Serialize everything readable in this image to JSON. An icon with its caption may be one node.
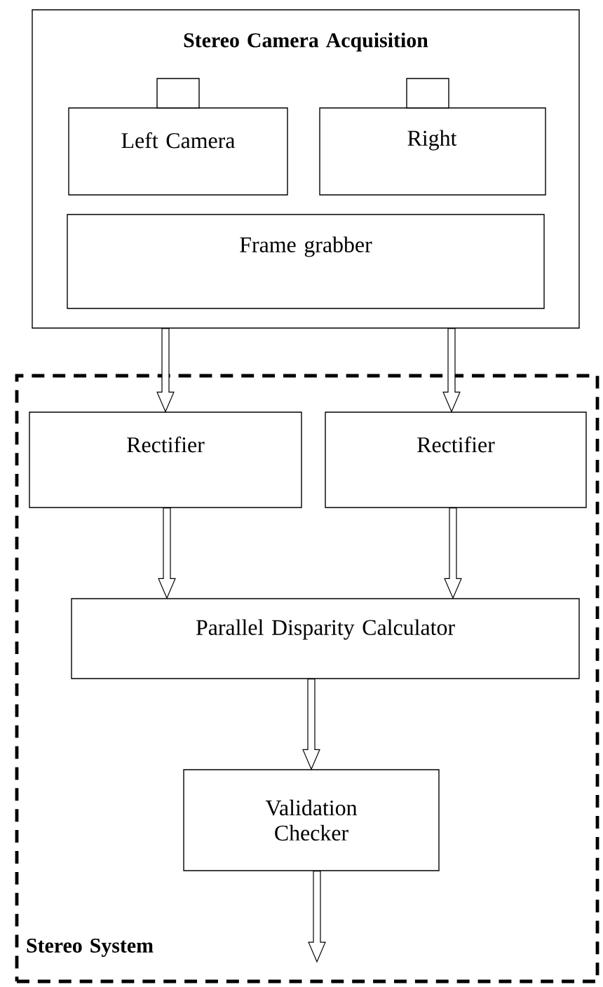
{
  "diagram": {
    "nodes": [
      {
        "text": [
          "Stereo Camera Acquisition"
        ]
      },
      {
        "text": [
          "Left Camera"
        ],
        "in": 0
      },
      {
        "text": [
          "Right"
        ],
        "in": 0
      },
      {
        "text": [
          "Frame grabber"
        ],
        "in": 0
      },
      {
        "text": [
          "Stereo System"
        ]
      },
      {
        "text": [
          "Rectifier"
        ],
        "in": 4
      },
      {
        "text": [
          "Rectifier"
        ],
        "in": 4
      },
      {
        "text": [
          "Parallel Disparity Calculator"
        ],
        "in": 4
      },
      {
        "text": [
          "Validation Checker"
        ],
        "in": 4
      }
    ],
    "edges": [
      {
        "from": 0,
        "to": 5,
        "arrow": "to"
      },
      {
        "from": 0,
        "to": 6,
        "arrow": "to"
      },
      {
        "from": 5,
        "to": 7,
        "arrow": "to"
      },
      {
        "from": 6,
        "to": 7,
        "arrow": "to"
      },
      {
        "from": 7,
        "to": 8,
        "arrow": "to"
      },
      {
        "from": 8,
        "to": null,
        "arrow": "to"
      }
    ]
  }
}
